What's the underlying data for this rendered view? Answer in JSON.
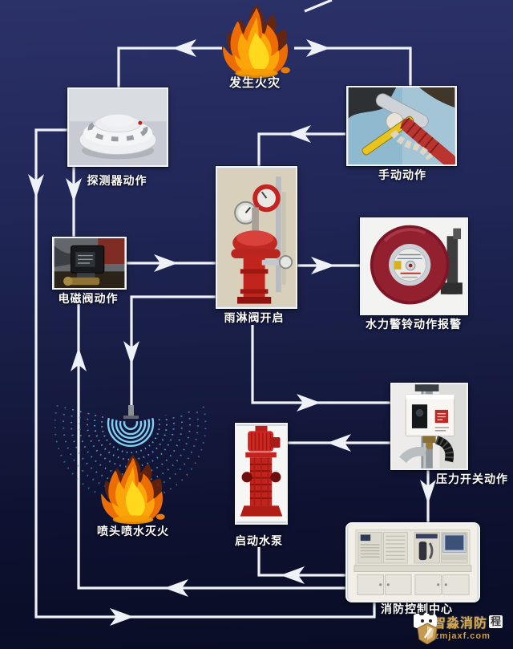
{
  "nodes": {
    "fire": {
      "label": "发生火灾"
    },
    "detector": {
      "label": "探测器动作"
    },
    "manual": {
      "label": "手动动作"
    },
    "solenoid": {
      "label": "电磁阀动作"
    },
    "deluge_valve": {
      "label": "雨淋阀开启"
    },
    "alarm_bell": {
      "label": "水力警铃动作报警"
    },
    "pressure_switch": {
      "label": "压力开关动作"
    },
    "sprinkler": {
      "label": "喷头喷水灭火"
    },
    "pump": {
      "label": "启动水泵"
    },
    "control_center": {
      "label": "消防控制中心"
    }
  },
  "watermark": {
    "brand": "智淼消防",
    "badge": "程",
    "url": "zmjaxf.com"
  },
  "colors": {
    "background_top": "#2b3268",
    "background_bottom": "#090c24",
    "connector_line": "#eef1f6",
    "label_text": "#ffffff",
    "watermark_gold": "#d8a94b",
    "flame_orange": "#ec6d05",
    "flame_yellow": "#ffd91e",
    "spray_blue": "#6fc3ec"
  }
}
